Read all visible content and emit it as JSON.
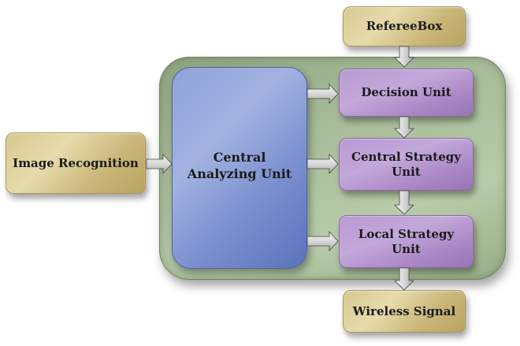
{
  "diagram": {
    "title": "",
    "nodes": {
      "image_recognition": "Image Recognition",
      "central_analyzing_unit_line1": "Central",
      "central_analyzing_unit_line2": "Analyzing Unit",
      "referee_box": "RefereeBox",
      "decision_unit": "Decision Unit",
      "central_strategy_unit_line1": "Central Strategy",
      "central_strategy_unit_line2": "Unit",
      "local_strategy_unit_line1": "Local Strategy",
      "local_strategy_unit_line2": "Unit",
      "wireless_signal": "Wireless Signal"
    },
    "edges": [
      {
        "from": "Image Recognition",
        "to": "Central Analyzing Unit"
      },
      {
        "from": "Central Analyzing Unit",
        "to": "Decision Unit"
      },
      {
        "from": "Central Analyzing Unit",
        "to": "Central Strategy Unit"
      },
      {
        "from": "Central Analyzing Unit",
        "to": "Local Strategy Unit"
      },
      {
        "from": "RefereeBox",
        "to": "Decision Unit"
      },
      {
        "from": "Decision Unit",
        "to": "Central Strategy Unit"
      },
      {
        "from": "Central Strategy Unit",
        "to": "Local Strategy Unit"
      },
      {
        "from": "Local Strategy Unit",
        "to": "Wireless Signal"
      }
    ],
    "colors": {
      "input_output_boxes": "#d8c890",
      "strategy_units": "#b89ad2",
      "central_unit": "#8fa2d9",
      "container": "#a9bd9a"
    }
  }
}
